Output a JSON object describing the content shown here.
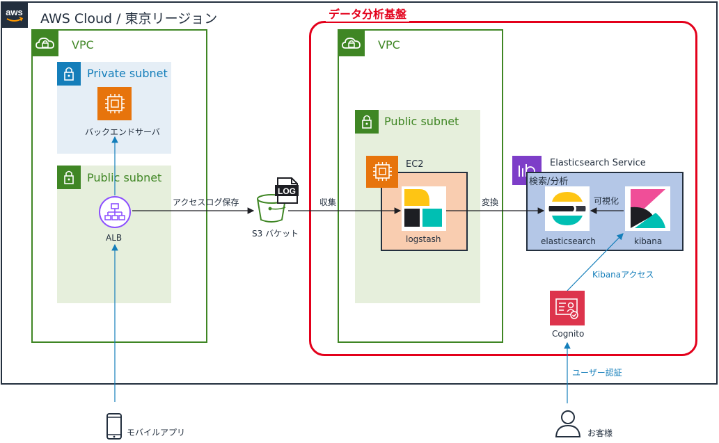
{
  "aws_cloud": {
    "title": "AWS Cloud / 東京リージョン",
    "logo_text": "aws"
  },
  "data_platform": {
    "title": "データ分析基盤"
  },
  "left_vpc": {
    "label": "VPC",
    "private_subnet": {
      "label": "Private subnet",
      "server_label": "バックエンドサーバ"
    },
    "public_subnet": {
      "label": "Public subnet",
      "alb_label": "ALB"
    }
  },
  "right_vpc": {
    "label": "VPC",
    "public_subnet": {
      "label": "Public subnet",
      "ec2_label": "EC2",
      "logstash_label": "logstash"
    }
  },
  "s3": {
    "label": "S3 バケット",
    "log_badge": "LOG"
  },
  "elasticsearch_service": {
    "label": "Elasticsearch Service",
    "inner_label": "検索/分析",
    "elasticsearch_label": "elasticsearch",
    "kibana_label": "kibana"
  },
  "cognito": {
    "label": "Cognito"
  },
  "arrows": {
    "access_log": "アクセスログ保存",
    "collect": "収集",
    "transform": "変換",
    "visualize": "可視化",
    "kibana_access": "Kibanaアクセス",
    "user_auth": "ユーザー認証"
  },
  "actors": {
    "mobile_app": "モバイルアプリ",
    "customer": "お客様"
  },
  "colors": {
    "aws_dark": "#232f3e",
    "vpc_green": "#3f8624",
    "subnet_blue": "#147eba",
    "platform_red": "#e3001b",
    "compute_orange": "#e7740c",
    "cognito_red": "#dd344c",
    "elastic_purple": "#7d3ec8",
    "link_blue": "#147eba"
  },
  "icons": [
    "aws-logo",
    "vpc-cloud-icon",
    "lock-icon",
    "ec2-chip-icon",
    "alb-icon",
    "s3-bucket-icon",
    "log-file-icon",
    "logstash-logo",
    "elasticsearch-logo",
    "kibana-logo",
    "elasticsearch-service-icon",
    "cognito-icon",
    "mobile-phone-icon",
    "user-icon"
  ]
}
